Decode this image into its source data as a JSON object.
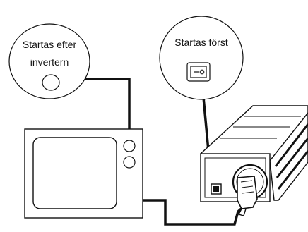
{
  "callouts": {
    "tv_power": {
      "line1": "Startas efter",
      "line2": "invertern"
    },
    "inverter_switch": {
      "line1": "Startas först"
    }
  },
  "colors": {
    "stroke": "#111111",
    "fill": "#ffffff"
  },
  "icons": [
    "tv-icon",
    "inverter-icon",
    "power-button-icon",
    "rocker-switch-icon",
    "power-plug-icon"
  ]
}
